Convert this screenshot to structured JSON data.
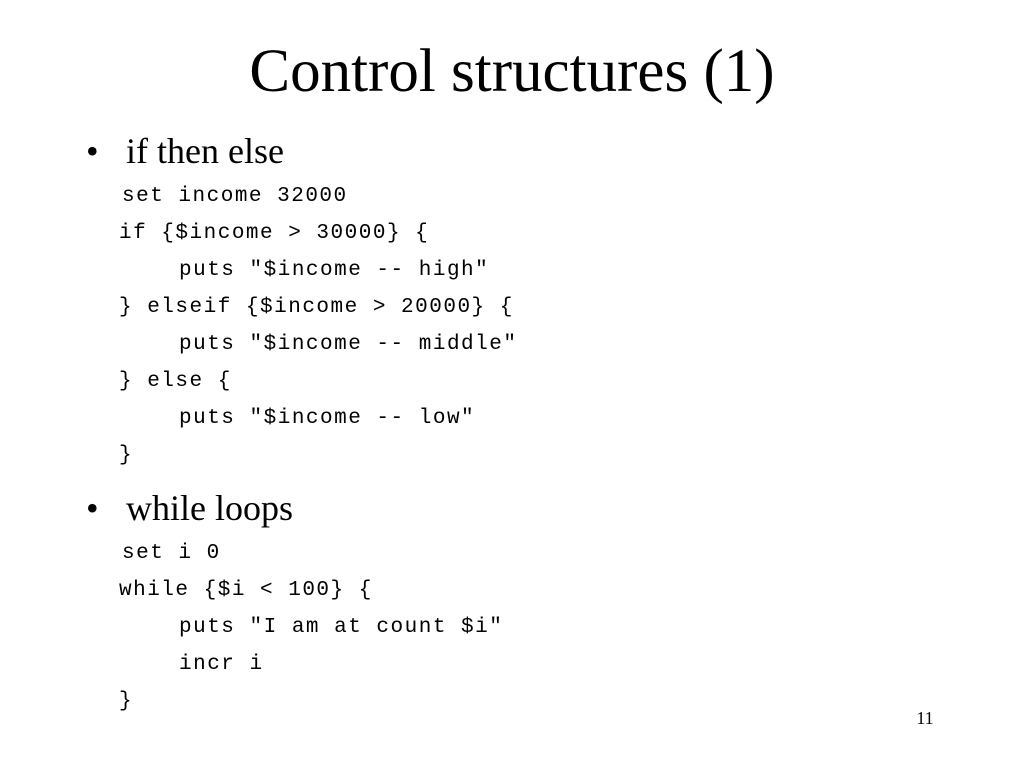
{
  "slide": {
    "title": "Control structures (1)",
    "page_number": "11",
    "sections": [
      {
        "heading": "if then else",
        "code": [
          "set income 32000",
          "if {$income > 30000} {",
          "puts \"$income -- high\"",
          "} elseif {$income > 20000} {",
          "puts \"$income -- middle\"",
          "} else {",
          "puts \"$income -- low\"",
          "}"
        ]
      },
      {
        "heading": "while loops",
        "code": [
          "set i 0",
          "while {$i < 100} {",
          "puts \"I am at count $i\"",
          "incr i",
          "}"
        ]
      }
    ]
  }
}
